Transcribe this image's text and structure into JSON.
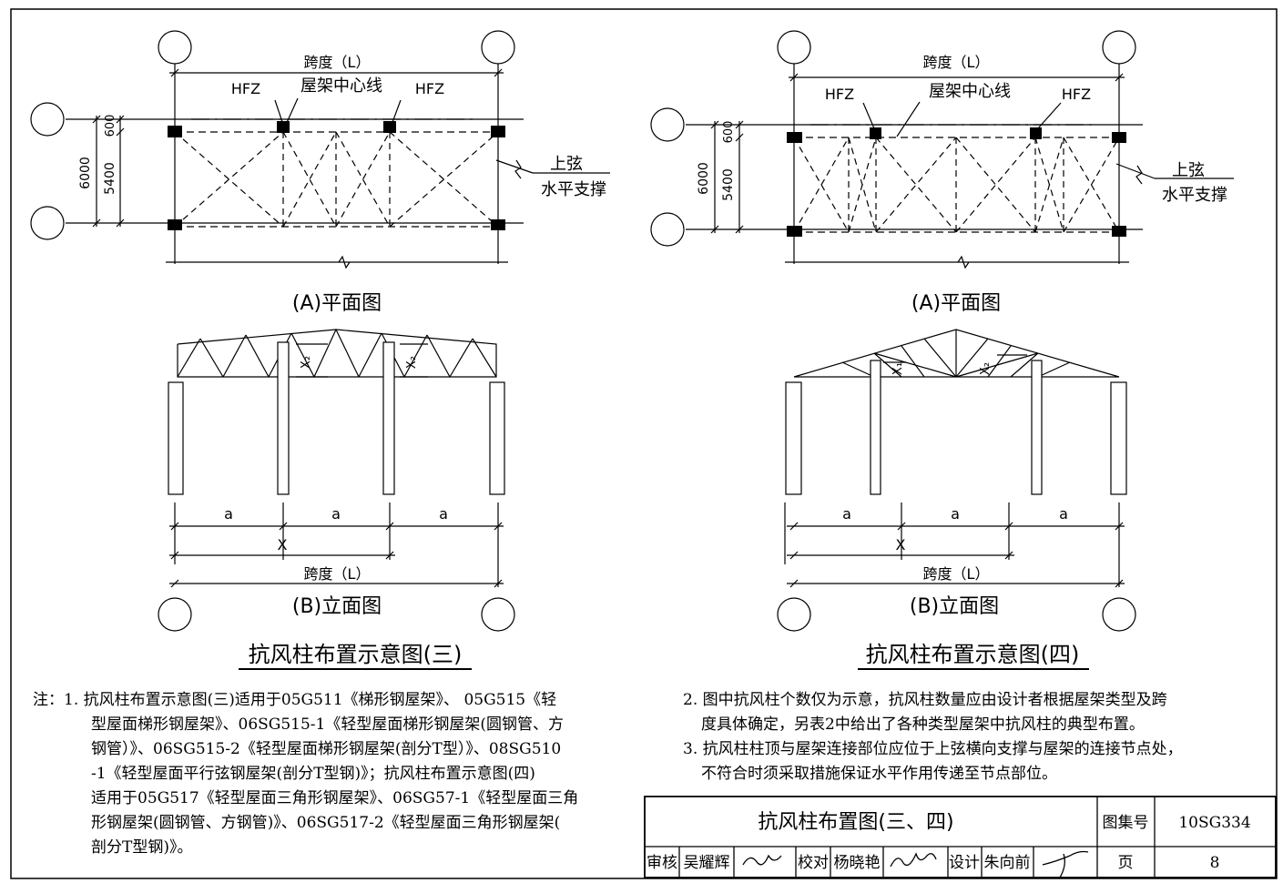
{
  "left": {
    "plan": {
      "span_label": "跨度（L）",
      "hfz": [
        "HFZ",
        "HFZ"
      ],
      "center_line": "屋架中心线",
      "dims": [
        "600",
        "5400",
        "6000"
      ],
      "brace_label": [
        "上弦",
        "水平支撑"
      ],
      "caption": "(A)平面图"
    },
    "elev": {
      "x2": [
        "X₂",
        "X₂"
      ],
      "a": [
        "a",
        "a",
        "a"
      ],
      "x": "X",
      "span_label": "跨度（L）",
      "caption": "(B)立面图"
    },
    "title": "抗风柱布置示意图(三)"
  },
  "right": {
    "plan": {
      "span_label": "跨度（L）",
      "hfz": [
        "HFZ",
        "HFZ"
      ],
      "center_line": "屋架中心线",
      "dims": [
        "600",
        "5400",
        "6000"
      ],
      "brace_label": [
        "上弦",
        "水平支撑"
      ],
      "caption": "(A)平面图"
    },
    "elev": {
      "x1": "X₁",
      "x2": "X₂",
      "a": [
        "a",
        "a",
        "a"
      ],
      "x": "X",
      "span_label": "跨度（L）",
      "caption": "(B)立面图"
    },
    "title": "抗风柱布置示意图(四)"
  },
  "notes": {
    "prefix": "注：",
    "n1_lines": [
      "1.  抗风柱布置示意图(三)适用于05G511《梯形钢屋架》、 05G515《轻",
      "型屋面梯形钢屋架》、06SG515-1《轻型屋面梯形钢屋架(圆钢管、方",
      "钢管）》、06SG515-2《轻型屋面梯形钢屋架(剖分T型）》、08SG510",
      "-1《轻型屋面平行弦钢屋架(剖分T型钢)》；抗风柱布置示意图(四)",
      "适用于05G517《轻型屋面三角形钢屋架》、06SG57-1《轻型屋面三角",
      "形钢屋架(圆钢管、方钢管)》、06SG517-2《轻型屋面三角形钢屋架(",
      "剖分T型钢)》。"
    ],
    "n2_lines": [
      "2.  图中抗风柱个数仅为示意，抗风柱数量应由设计者根据屋架类型及跨",
      "度具体确定，另表2中给出了各种类型屋架中抗风柱的典型布置。"
    ],
    "n3_lines": [
      "3.  抗风柱柱顶与屋架连接部位应位于上弦横向支撑与屋架的连接节点处，",
      "不符合时须采取措施保证水平作用传递至节点部位。"
    ]
  },
  "title_block": {
    "drawing_title": "抗风柱布置图(三、四)",
    "atlas_label": "图集号",
    "atlas_no": "10SG334",
    "review_label": "审核",
    "reviewer": "吴耀辉",
    "check_label": "校对",
    "checker": "杨晓艳",
    "design_label": "设计",
    "designer": "朱向前",
    "page_label": "页",
    "page_no": "8"
  }
}
